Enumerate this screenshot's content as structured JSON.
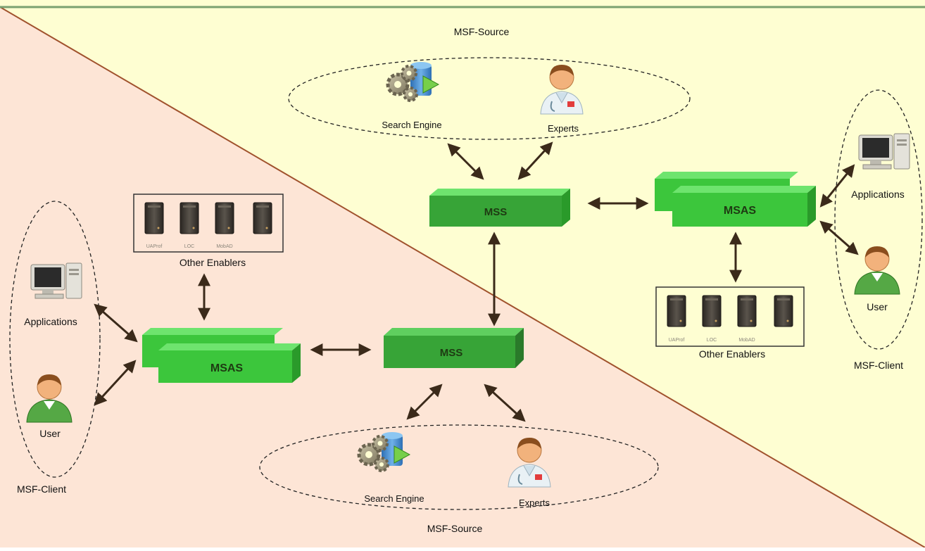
{
  "colors": {
    "top_region": "#fefed2",
    "bottom_region": "#fde5d6",
    "divider": "#a0522d",
    "top_border": "#7aa070",
    "box_front": "#3cc63c",
    "box_top": "#6ee46e",
    "box_side": "#2a9a2a",
    "mss_front": "#37a437",
    "arrow": "#3b2a1a"
  },
  "top_right": {
    "source_label": "MSF-Source",
    "search_engine_label": "Search Engine",
    "experts_label": "Experts",
    "mss_label": "MSS",
    "msas_label": "MSAS",
    "applications_label": "Applications",
    "user_label": "User",
    "client_label": "MSF-Client",
    "other_enablers_label": "Other Enablers",
    "server_labels": [
      "UAProf",
      "LOC",
      "MobAD",
      ""
    ]
  },
  "bottom_left": {
    "source_label": "MSF-Source",
    "search_engine_label": "Search Engine",
    "experts_label": "Experts",
    "mss_label": "MSS",
    "msas_label": "MSAS",
    "applications_label": "Applications",
    "user_label": "User",
    "client_label": "MSF-Client",
    "other_enablers_label": "Other Enablers",
    "server_labels": [
      "UAProf",
      "LOC",
      "MobAD",
      ""
    ]
  },
  "icons": [
    "gears-database-icon",
    "expert-doctor-icon",
    "computer-icon",
    "user-icon",
    "server-icon"
  ]
}
